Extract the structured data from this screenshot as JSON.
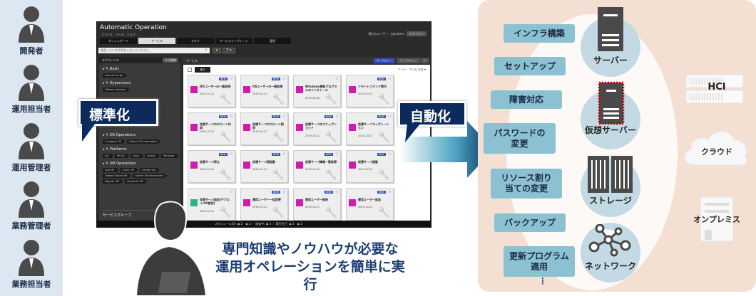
{
  "people": [
    {
      "label": "開発者"
    },
    {
      "label": "運用担当者"
    },
    {
      "label": "運用管理者"
    },
    {
      "label": "業務管理者"
    },
    {
      "label": "業務担当者"
    }
  ],
  "app": {
    "title": "Automatic Operation",
    "menu": "ファイル　ツール　ヘルプ",
    "user": "現在のユーザー：jp1admin",
    "logout": "ログアウト",
    "tabs": [
      "ダッシュボード",
      "サービス",
      "タスク",
      "サービステンプレート",
      "管理"
    ],
    "search_placeholder": "検索したい文字列を入力してください。",
    "sidebar_title": "タグフィルタ",
    "sidebar_btn": "タグ編集",
    "groups": [
      {
        "name": "Basic",
        "tags": [
          "Execute Script"
        ]
      },
      {
        "name": "Hypervisors",
        "tags": [
          "VMware vSphere"
        ]
      },
      {
        "name": "OS Operations",
        "tags": [
          "Configure OS",
          "Gather OS Information"
        ]
      },
      {
        "name": "Platforms",
        "tags": [
          "AIX",
          "HP-UX",
          "Linux",
          "Solaris",
          "Windows"
        ]
      },
      {
        "name": "VM Operations",
        "tags": [
          "Add VM",
          "Clone VM",
          "Control VM",
          "Delete Cloned VM",
          "Gather VM Information",
          "Migrate VM",
          "Snapshot VM"
        ]
      }
    ],
    "service_group": "サービスグループ",
    "main_title": "サービス",
    "card_view": "カードビュー",
    "table_view": "テーブルビュー",
    "run_btn": "実行",
    "sort": "ソート：サービス名 ▾",
    "new_label": "NEW",
    "cards": [
      {
        "title": "JP1ユーザーの一覧取得",
        "date": "2019-10-21",
        "new": true
      },
      {
        "title": "OSユーザーの一覧取得",
        "date": "2019-10-21",
        "new": true
      },
      {
        "title": "Windows更新プログラムのインストール",
        "date": "2019-06-20",
        "new": false
      },
      {
        "title": "リモートコマンド実行",
        "date": "2019-10-21",
        "new": true
      },
      {
        "title": "仮想サーバのクローン作成",
        "date": "2019-10-21",
        "new": true
      },
      {
        "title": "仮想サーバのクローン削除",
        "date": "2019-10-21",
        "new": true
      },
      {
        "title": "仮想サーバのスナップショット",
        "date": "2019-10-21",
        "new": true
      },
      {
        "title": "仮想サーバマイグレーション",
        "date": "2019-10-21",
        "new": true
      },
      {
        "title": "仮想サーバ停止",
        "date": "2019-10-21",
        "new": true
      },
      {
        "title": "仮想サーバ再起動",
        "date": "2019-10-21",
        "new": true
      },
      {
        "title": "仮想サーバ情報一覧取得",
        "date": "2019-10-21",
        "new": true
      },
      {
        "title": "仮想サーバ起動",
        "date": "2019-10-21",
        "new": true
      },
      {
        "title": "仮想サーバ追加(デプロイ/OS設定)",
        "date": "2019-10-21",
        "new": false,
        "green": true
      },
      {
        "title": "運用ユーザー一括変更",
        "date": "2019-10-21",
        "new": true
      },
      {
        "title": "運用ユーザー削除",
        "date": "2019-10-21",
        "new": true
      },
      {
        "title": "運用ユーザー追加",
        "date": "2019-10-21",
        "new": true
      }
    ],
    "status": "スケジュール(0): ◉ 2　◉ 2 ｜ 検査中: ◉ 2 ｜ 実行完了: ◉ 2　◉ 2"
  },
  "callout_standardize": "標準化",
  "callout_automate": "自動化",
  "message": [
    "専門知識やノウハウが必要な",
    "運用オペレーションを簡単に実行"
  ],
  "operations": [
    "インフラ構築",
    "セットアップ",
    "障害対応",
    "パスワードの\n変更",
    "リソース割り\n当ての変更",
    "バックアップ",
    "更新プログラム\n適用"
  ],
  "ellipsis": "⋮",
  "resources": [
    "サーバー",
    "仮想サーバー",
    "ストレージ",
    "ネットワーク"
  ],
  "environments": [
    "HCI",
    "クラウド",
    "オンプレミス"
  ]
}
